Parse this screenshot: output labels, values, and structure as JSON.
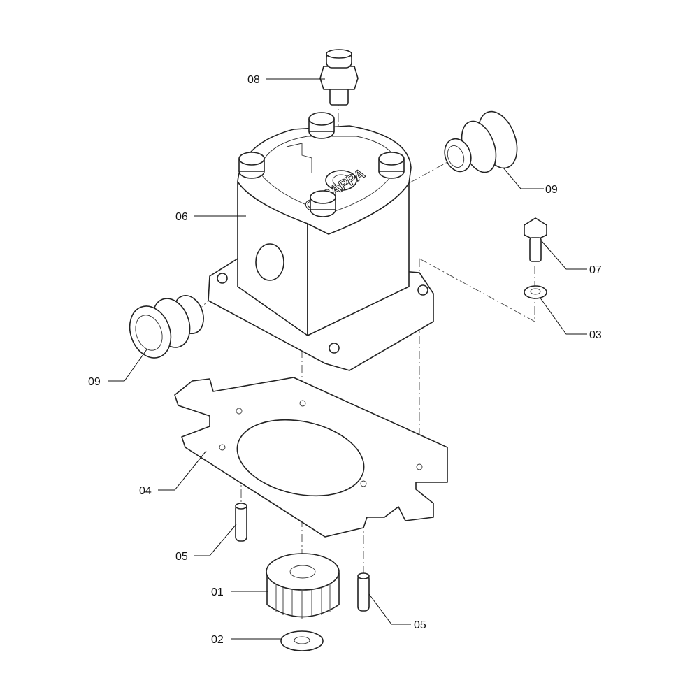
{
  "diagram": {
    "brand_logo": "CASAPPA",
    "callouts": [
      {
        "id": "08",
        "part": "fitting-top"
      },
      {
        "id": "09",
        "part": "fitting-right"
      },
      {
        "id": "06",
        "part": "pump-body"
      },
      {
        "id": "07",
        "part": "bolt"
      },
      {
        "id": "03",
        "part": "washer-small"
      },
      {
        "id": "09",
        "part": "fitting-left"
      },
      {
        "id": "04",
        "part": "mounting-plate"
      },
      {
        "id": "05",
        "part": "pin-left"
      },
      {
        "id": "01",
        "part": "gear"
      },
      {
        "id": "05",
        "part": "pin-right"
      },
      {
        "id": "02",
        "part": "washer"
      }
    ]
  }
}
